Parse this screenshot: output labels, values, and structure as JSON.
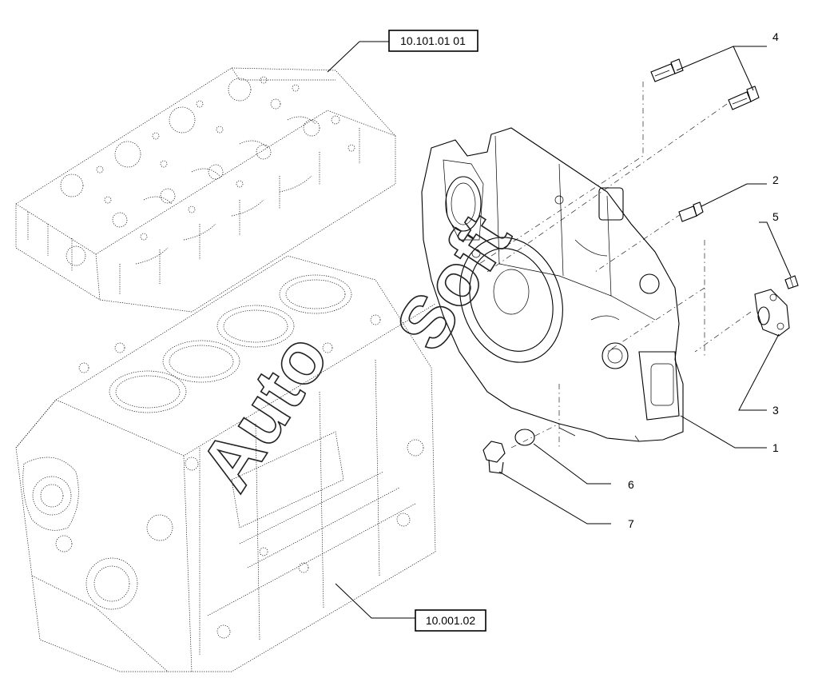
{
  "ref_boxes": [
    {
      "id": "cylinder-head-ref",
      "text": "10.101.01 01"
    },
    {
      "id": "engine-block-ref",
      "text": "10.001.02"
    }
  ],
  "callouts": [
    {
      "id": "callout-1",
      "number": "1"
    },
    {
      "id": "callout-2",
      "number": "2"
    },
    {
      "id": "callout-3",
      "number": "3"
    },
    {
      "id": "callout-4",
      "number": "4"
    },
    {
      "id": "callout-5",
      "number": "5"
    },
    {
      "id": "callout-6",
      "number": "6"
    },
    {
      "id": "callout-7",
      "number": "7"
    }
  ],
  "watermark": {
    "text_left": "Auto",
    "text_right": "Soft"
  },
  "colors": {
    "line": "#000000",
    "background": "#ffffff",
    "watermark": "#222222"
  }
}
